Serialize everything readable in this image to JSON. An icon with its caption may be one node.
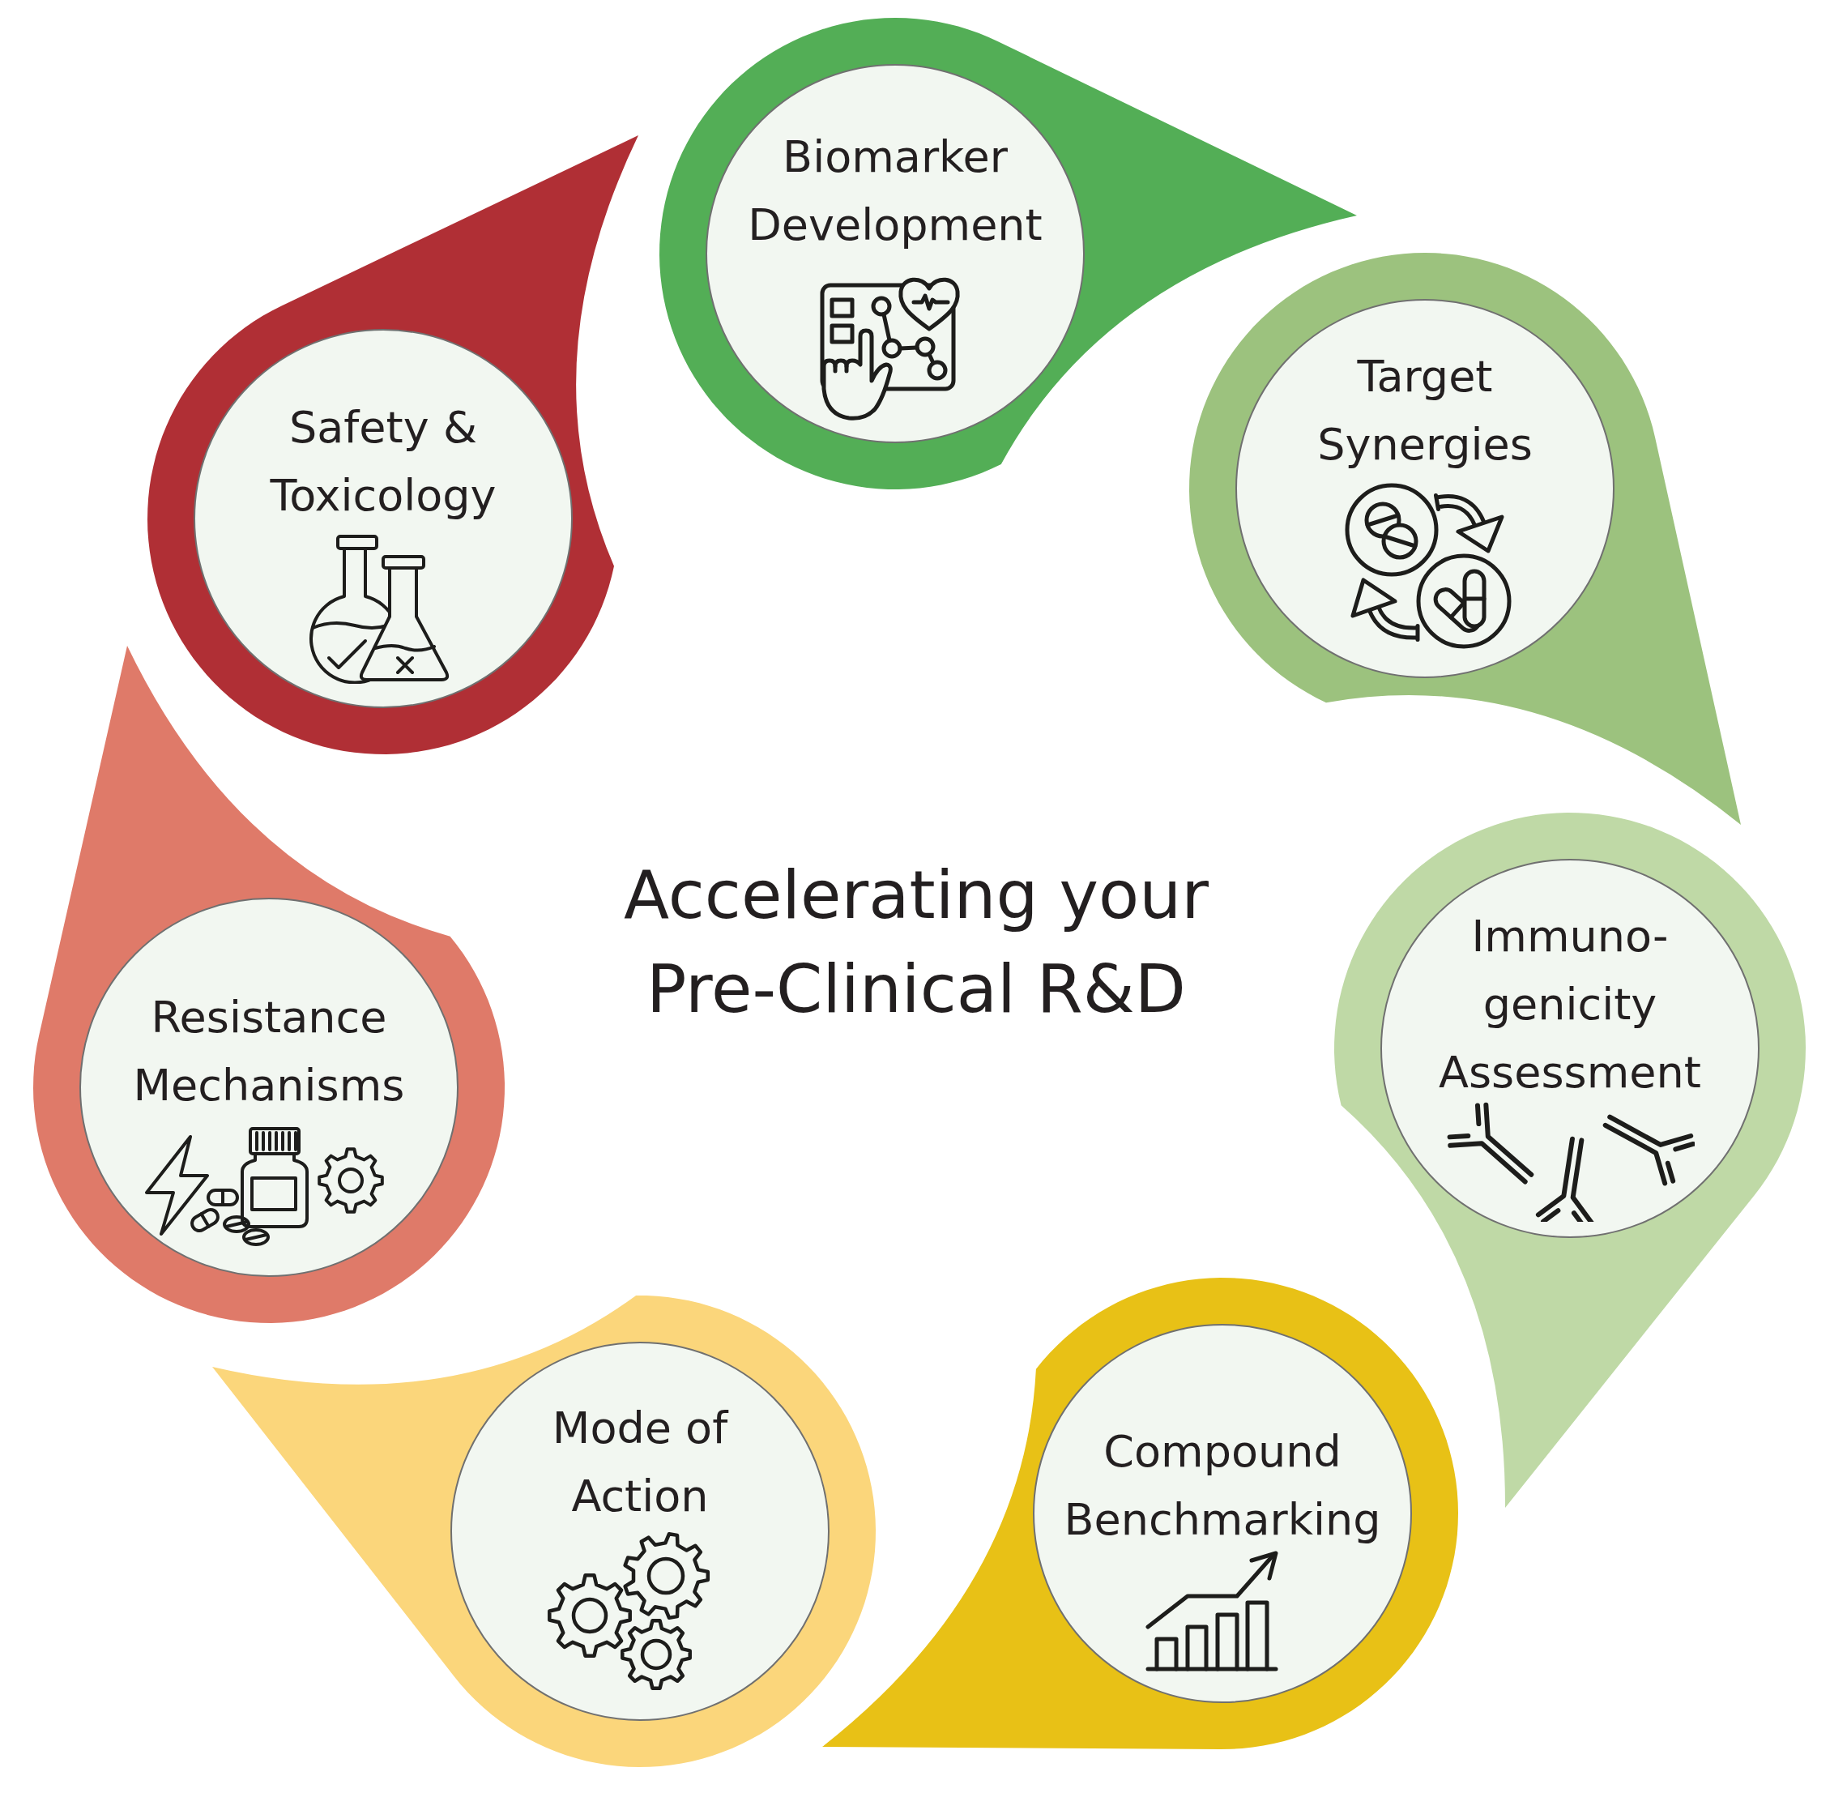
{
  "diagram": {
    "title": "Accelerating your Pre-Clinical R&D",
    "nodes": [
      {
        "text": [
          "Biomarker Development"
        ]
      },
      {
        "text": [
          "Target Synergies"
        ]
      },
      {
        "text": [
          "Immuno- genicity Assessment"
        ]
      },
      {
        "text": [
          "Compound Benchmarking"
        ]
      },
      {
        "text": [
          "Mode of Action"
        ]
      },
      {
        "text": [
          "Resistance Mechanisms"
        ]
      },
      {
        "text": [
          "Safety & Toxicology"
        ]
      }
    ]
  }
}
